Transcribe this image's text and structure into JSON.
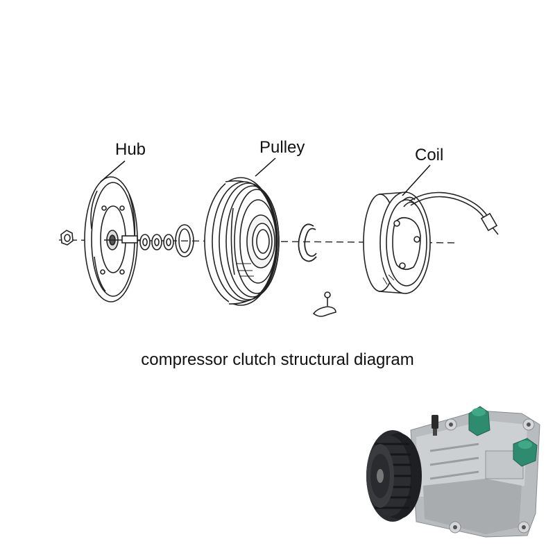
{
  "diagram": {
    "labels": {
      "hub": "Hub",
      "pulley": "Pulley",
      "coil": "Coil"
    },
    "caption": "compressor clutch structural diagram"
  },
  "photo": {
    "subject": "ac-compressor",
    "colors": {
      "body": "#b9bcbf",
      "pulley": "#1e1f22",
      "fitting": "#2e8b6e"
    }
  }
}
